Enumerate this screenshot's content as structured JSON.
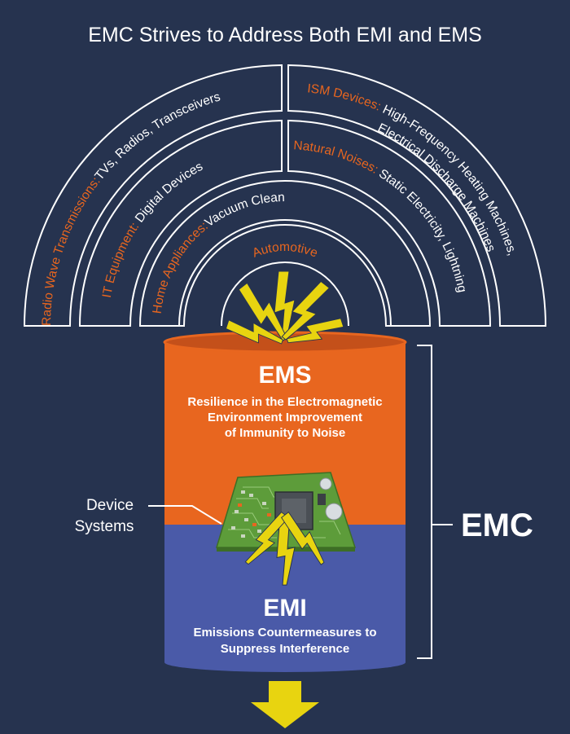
{
  "title": "EMC Strives to Address Both EMI and EMS",
  "sources": {
    "radio_wave": {
      "category": "Radio Wave Transmissions:",
      "description": "TVs, Radios, Transceivers"
    },
    "it_equipment": {
      "category": "IT Equipment:",
      "description": "Digital Devices"
    },
    "home_appliances": {
      "category": "Home Appliances:",
      "description": "Vacuum Cleaners, Broadcast Receivers"
    },
    "automotive": {
      "category": "Automotive"
    },
    "ism_devices": {
      "category": "ISM Devices:",
      "description_line1": "High-Frequency Heating Machines,",
      "description_line2": "Electrical Discharge Machines"
    },
    "natural_noises": {
      "category": "Natural Noises:",
      "description": "Static Electricity, Lightning"
    }
  },
  "ems": {
    "heading": "EMS",
    "line1": "Resilience in the Electromagnetic",
    "line2": "Environment Improvement",
    "line3": "of Immunity to Noise"
  },
  "emi": {
    "heading": "EMI",
    "line1": "Emissions Countermeasures to",
    "line2": "Suppress Interference"
  },
  "device": {
    "line1": "Device",
    "line2": "Systems"
  },
  "emc_label": "EMC",
  "colors": {
    "background": "#26334f",
    "orange": "#e8661f",
    "blue": "#4a5aa8",
    "bolt": "#e8d410",
    "pcb": "#5d9c3a",
    "white": "#ffffff"
  },
  "icons": [
    "lightning-bolt-icon",
    "circuit-board-icon",
    "down-arrow-icon"
  ]
}
